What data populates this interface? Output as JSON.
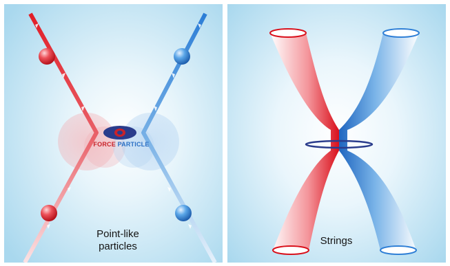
{
  "panels": {
    "left": {
      "caption_line1": "Point-like",
      "caption_line2": "particles",
      "force_word1": "FORCE",
      "force_word2": "PARTICLE"
    },
    "right": {
      "caption": "Strings"
    }
  },
  "colors": {
    "red": "#e5202a",
    "blue": "#2f7fd6",
    "background": "#bfe3f3",
    "navy": "#2a3c8c"
  }
}
